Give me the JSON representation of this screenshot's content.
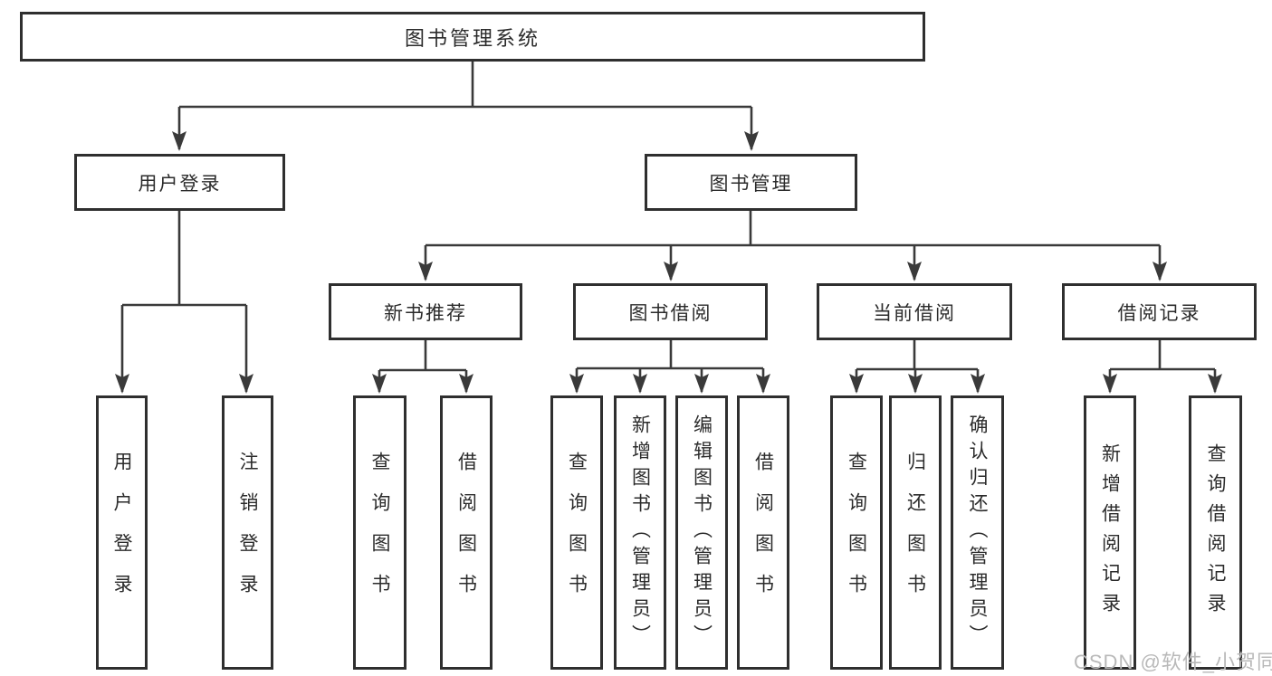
{
  "colors": {
    "line": "#3a3a3a",
    "box_border": "#2f2f2f",
    "text": "#2b2b2b",
    "watermark": "#b9b9b9",
    "background": "#ffffff"
  },
  "root": {
    "label": "图书管理系统"
  },
  "branches": {
    "user_login": {
      "label": "用户登录",
      "children": [
        {
          "label": "用户登录"
        },
        {
          "label": "注销登录"
        }
      ]
    },
    "book_mgmt": {
      "label": "图书管理",
      "sections": {
        "new_book": {
          "label": "新书推荐",
          "children": [
            {
              "label": "查询图书"
            },
            {
              "label": "借阅图书"
            }
          ]
        },
        "book_borrow": {
          "label": "图书借阅",
          "children": [
            {
              "label": "查询图书"
            },
            {
              "label": "新增图书（管理员）"
            },
            {
              "label": "编辑图书（管理员）"
            },
            {
              "label": "借阅图书"
            }
          ]
        },
        "current_borrow": {
          "label": "当前借阅",
          "children": [
            {
              "label": "查询图书"
            },
            {
              "label": "归还图书"
            },
            {
              "label": "确认归还（管理员）"
            }
          ]
        },
        "borrow_records": {
          "label": "借阅记录",
          "children": [
            {
              "label": "新增借阅记录"
            },
            {
              "label": "查询借阅记录"
            }
          ]
        }
      }
    }
  },
  "watermark": {
    "text": "CSDN @软件_小贺同学"
  }
}
